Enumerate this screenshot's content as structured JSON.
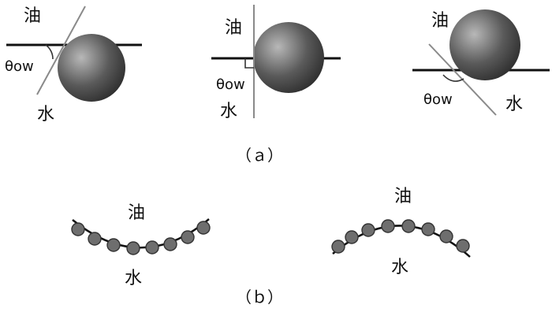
{
  "labels": {
    "oil": "油",
    "water": "水",
    "theta": "θow",
    "panel_a": "（ａ）",
    "panel_b": "（ｂ）"
  },
  "colors": {
    "particle_highlight": "#b8b8b8",
    "particle_shadow": "#2a2a2a",
    "tangent": "#8a8a8a",
    "interface": "#111111",
    "bead": "#6e6e6e"
  },
  "panel_a": {
    "particles": [
      {
        "position": "mostly-in-water",
        "contact_angle": "acute"
      },
      {
        "position": "centered-on-interface",
        "contact_angle": "right"
      },
      {
        "position": "mostly-in-oil",
        "contact_angle": "obtuse"
      }
    ]
  },
  "panel_b": {
    "chains": [
      {
        "curvature": "concave-toward-oil",
        "bead_count": 8
      },
      {
        "curvature": "convex-toward-oil",
        "bead_count": 8
      }
    ]
  }
}
